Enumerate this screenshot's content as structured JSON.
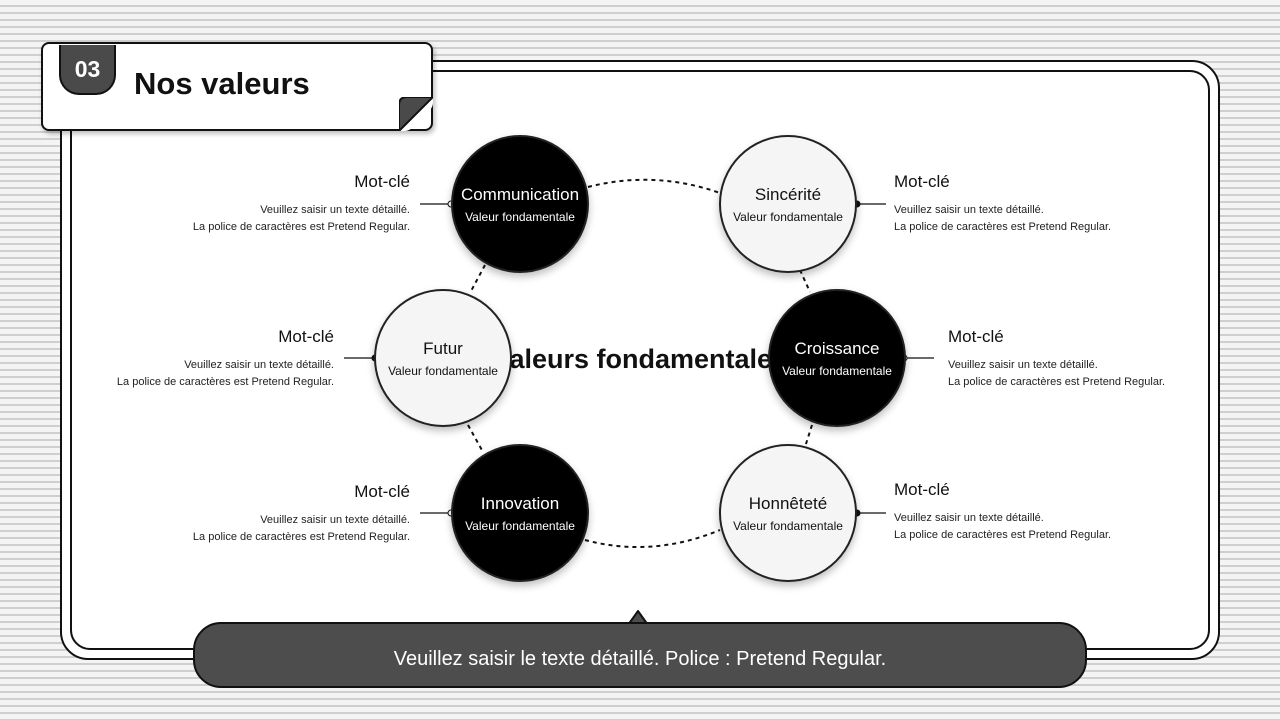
{
  "header": {
    "number": "03",
    "title": "Nos valeurs"
  },
  "center": {
    "title": "Valeurs fondamentales"
  },
  "nodes": [
    {
      "title": "Communication",
      "subtitle": "Valeur fondamentale",
      "style": "dark"
    },
    {
      "title": "Sincérité",
      "subtitle": "Valeur fondamentale",
      "style": "light"
    },
    {
      "title": "Futur",
      "subtitle": "Valeur fondamentale",
      "style": "light"
    },
    {
      "title": "Croissance",
      "subtitle": "Valeur fondamentale",
      "style": "dark"
    },
    {
      "title": "Innovation",
      "subtitle": "Valeur fondamentale",
      "style": "dark"
    },
    {
      "title": "Honnêteté",
      "subtitle": "Valeur fondamentale",
      "style": "light"
    }
  ],
  "descriptions": [
    {
      "heading": "Mot-clé",
      "line1": "Veuillez saisir un texte détaillé.",
      "line2": "La police de caractères est Pretend Regular."
    },
    {
      "heading": "Mot-clé",
      "line1": "Veuillez saisir un texte détaillé.",
      "line2": "La police de caractères est Pretend Regular."
    },
    {
      "heading": "Mot-clé",
      "line1": "Veuillez saisir un texte détaillé.",
      "line2": "La police de caractères est Pretend Regular."
    },
    {
      "heading": "Mot-clé",
      "line1": "Veuillez saisir un texte détaillé.",
      "line2": "La police de caractères est Pretend Regular."
    },
    {
      "heading": "Mot-clé",
      "line1": "Veuillez saisir un texte détaillé.",
      "line2": "La police de caractères est Pretend Regular."
    },
    {
      "heading": "Mot-clé",
      "line1": "Veuillez saisir un texte détaillé.",
      "line2": "La police de caractères est Pretend Regular."
    }
  ],
  "footer": {
    "caption": "Veuillez saisir le texte détaillé. Police : Pretend Regular."
  },
  "colors": {
    "dark_node": "#000000",
    "light_node": "#f5f5f5",
    "caption_bg": "#4d4d4d",
    "badge_bg": "#4a4a4a"
  }
}
